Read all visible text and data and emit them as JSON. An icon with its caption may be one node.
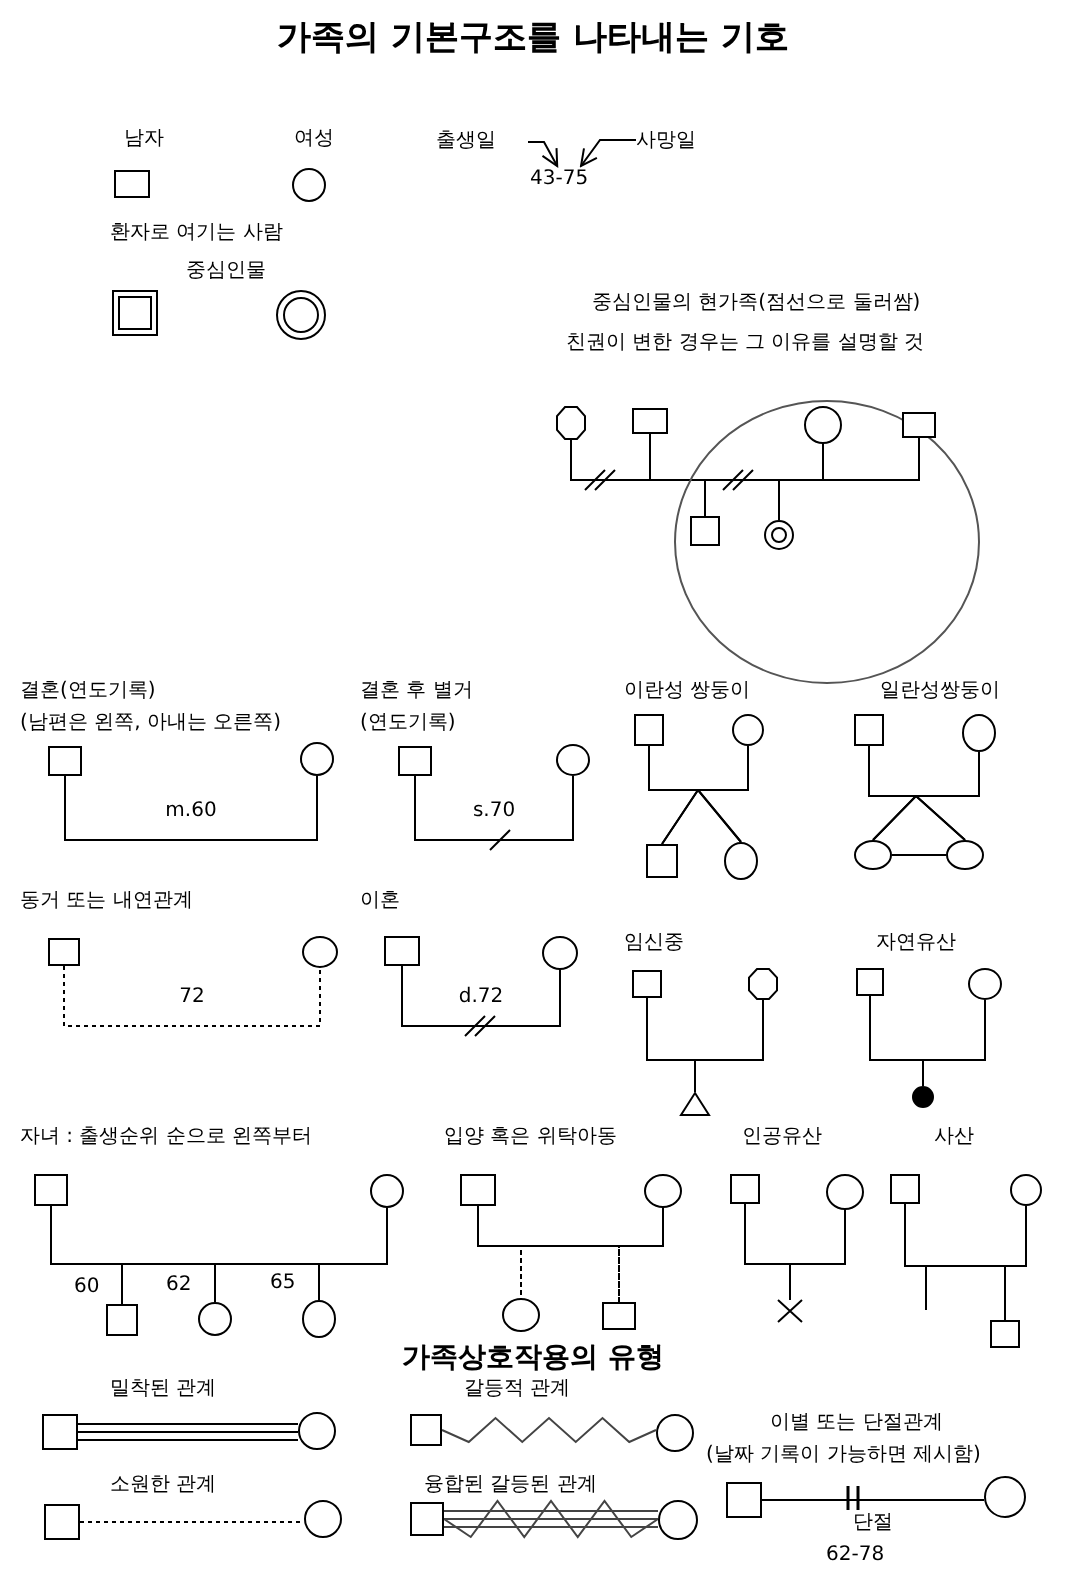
{
  "diagram": {
    "title": "가족의 기본구조를 나타내는 기호",
    "nodes": [
      {
        "text": [],
        "shape": "box"
      },
      {
        "text": [],
        "shape": "circle"
      },
      {
        "text": [
          "출생일"
        ]
      },
      {
        "text": [
          "사망일"
        ]
      },
      {
        "text": [
          "43-75"
        ]
      },
      {
        "text": [],
        "shape": "box"
      },
      {
        "text": [],
        "shape": "circle"
      },
      {
        "text": [],
        "shape": "ellipse"
      },
      {
        "text": [],
        "shape": "octagon"
      },
      {
        "text": [],
        "shape": "box"
      },
      {
        "text": [],
        "shape": "circle",
        "in": 7
      },
      {
        "text": [],
        "shape": "box",
        "in": 7
      },
      {
        "text": [],
        "shape": "box",
        "in": 7
      },
      {
        "text": [],
        "shape": "circle",
        "in": 7
      },
      {
        "text": [],
        "shape": "box"
      },
      {
        "text": [],
        "shape": "circle"
      },
      {
        "text": [],
        "shape": "box"
      },
      {
        "text": [],
        "shape": "circle"
      },
      {
        "text": [],
        "shape": "box"
      },
      {
        "text": [],
        "shape": "circle"
      },
      {
        "text": [],
        "shape": "box"
      },
      {
        "text": [],
        "shape": "circle"
      },
      {
        "text": [],
        "shape": "box"
      },
      {
        "text": [],
        "shape": "circle"
      },
      {
        "text": [],
        "shape": "circle"
      },
      {
        "text": [],
        "shape": "circle"
      },
      {
        "text": [],
        "shape": "box"
      },
      {
        "text": [],
        "shape": "circle"
      },
      {
        "text": [],
        "shape": "box"
      },
      {
        "text": [],
        "shape": "circle"
      },
      {
        "text": [],
        "shape": "box"
      },
      {
        "text": [],
        "shape": "octagon"
      },
      {
        "text": [],
        "shape": "triangle"
      },
      {
        "text": [],
        "shape": "box"
      },
      {
        "text": [],
        "shape": "circle"
      },
      {
        "text": [],
        "shape": "circle"
      },
      {
        "text": [],
        "shape": "box"
      },
      {
        "text": [],
        "shape": "circle"
      },
      {
        "text": [],
        "shape": "box",
        "beside": [
          "60"
        ]
      },
      {
        "text": [],
        "shape": "circle",
        "beside": [
          "62"
        ]
      },
      {
        "text": [],
        "shape": "circle",
        "beside": [
          "65"
        ]
      },
      {
        "text": [],
        "shape": "box"
      },
      {
        "text": [],
        "shape": "circle"
      },
      {
        "text": [],
        "shape": "circle"
      },
      {
        "text": [],
        "shape": "box"
      },
      {
        "text": [],
        "shape": "box"
      },
      {
        "text": [],
        "shape": "circle"
      },
      {
        "text": [],
        "shape": "cross"
      },
      {
        "text": [],
        "shape": "box"
      },
      {
        "text": [],
        "shape": "circle"
      },
      {
        "text": [],
        "shape": "box"
      },
      {
        "text": [],
        "shape": "box"
      },
      {
        "text": [],
        "shape": "circle"
      },
      {
        "text": [],
        "shape": "box"
      },
      {
        "text": [],
        "shape": "circle"
      },
      {
        "text": [],
        "shape": "box"
      },
      {
        "text": [],
        "shape": "circle"
      },
      {
        "text": [],
        "shape": "box"
      },
      {
        "text": [],
        "shape": "circle"
      },
      {
        "text": [],
        "shape": "box"
      },
      {
        "text": [],
        "shape": "circle"
      }
    ],
    "edges": [
      {
        "from": 2,
        "to": 4,
        "arrow": "to"
      },
      {
        "from": 3,
        "to": 4,
        "arrow": "to"
      },
      {
        "from": 8,
        "to": 9,
        "arrow": "none"
      },
      {
        "from": 9,
        "to": 10,
        "arrow": "none"
      },
      {
        "from": 10,
        "to": 11,
        "arrow": "none"
      },
      {
        "from": 9,
        "to": 12,
        "arrow": "none"
      },
      {
        "from": 10,
        "to": 13,
        "arrow": "none"
      },
      {
        "from": 14,
        "to": 15,
        "arrow": "none",
        "label": "m.60"
      },
      {
        "from": 16,
        "to": 17,
        "arrow": "none",
        "label": "s.70"
      },
      {
        "from": 18,
        "to": 19,
        "arrow": "none"
      },
      {
        "from": 18,
        "to": 20,
        "arrow": "none"
      },
      {
        "from": 19,
        "to": 20,
        "arrow": "none"
      },
      {
        "from": 18,
        "to": 21,
        "arrow": "none"
      },
      {
        "from": 19,
        "to": 21,
        "arrow": "none"
      },
      {
        "from": 22,
        "to": 23,
        "arrow": "none"
      },
      {
        "from": 22,
        "to": 24,
        "arrow": "none"
      },
      {
        "from": 23,
        "to": 24,
        "arrow": "none"
      },
      {
        "from": 22,
        "to": 25,
        "arrow": "none"
      },
      {
        "from": 23,
        "to": 25,
        "arrow": "none"
      },
      {
        "from": 24,
        "to": 25,
        "arrow": "none"
      },
      {
        "from": 26,
        "to": 27,
        "arrow": "none",
        "label": "72",
        "style": "dashed"
      },
      {
        "from": 28,
        "to": 29,
        "arrow": "none",
        "label": "d.72"
      },
      {
        "from": 30,
        "to": 31,
        "arrow": "none"
      },
      {
        "from": 30,
        "to": 32,
        "arrow": "none"
      },
      {
        "from": 31,
        "to": 32,
        "arrow": "none"
      },
      {
        "from": 33,
        "to": 34,
        "arrow": "none"
      },
      {
        "from": 33,
        "to": 35,
        "arrow": "none"
      },
      {
        "from": 34,
        "to": 35,
        "arrow": "none"
      },
      {
        "from": 36,
        "to": 37,
        "arrow": "none"
      },
      {
        "from": 36,
        "to": 38,
        "arrow": "none"
      },
      {
        "from": 37,
        "to": 38,
        "arrow": "none"
      },
      {
        "from": 36,
        "to": 39,
        "arrow": "none"
      },
      {
        "from": 37,
        "to": 39,
        "arrow": "none"
      },
      {
        "from": 36,
        "to": 40,
        "arrow": "none"
      },
      {
        "from": 37,
        "to": 40,
        "arrow": "none"
      },
      {
        "from": 41,
        "to": 42,
        "arrow": "none"
      },
      {
        "from": 41,
        "to": 43,
        "arrow": "none",
        "style": "dashed"
      },
      {
        "from": 42,
        "to": 43,
        "arrow": "none",
        "style": "dashed"
      },
      {
        "from": 41,
        "to": 44,
        "arrow": "none",
        "style": "dashed"
      },
      {
        "from": 42,
        "to": 44,
        "arrow": "none",
        "style": "dashed"
      },
      {
        "from": 45,
        "to": 46,
        "arrow": "none"
      },
      {
        "from": 45,
        "to": 47,
        "arrow": "none"
      },
      {
        "from": 46,
        "to": 47,
        "arrow": "none"
      },
      {
        "from": 48,
        "to": 49,
        "arrow": "none"
      },
      {
        "from": 48,
        "to": 50,
        "arrow": "none"
      },
      {
        "from": 49,
        "to": 50,
        "arrow": "none"
      },
      {
        "from": 48,
        "to": null,
        "arrow": "none"
      },
      {
        "from": 49,
        "to": null,
        "arrow": "none"
      },
      {
        "from": 51,
        "to": 52,
        "arrow": "none"
      },
      {
        "from": 53,
        "to": 54,
        "arrow": "none"
      },
      {
        "from": 55,
        "to": 56,
        "arrow": "none",
        "style": "dashed"
      },
      {
        "from": 57,
        "to": 58,
        "arrow": "none"
      },
      {
        "from": 59,
        "to": 60,
        "arrow": "none",
        "label": "단절"
      }
    ],
    "labels": [
      "남자",
      "여성",
      "환자로 여기는 사람",
      "중심인물",
      "중심인물의 현가족(점선으로 둘러쌈)",
      "친권이 변한 경우는 그 이유를 설명할 것",
      "결혼(연도기록)",
      "(남편은 왼쪽, 아내는 오른쪽)",
      "결혼 후 별거",
      "(연도기록)",
      "이란성 쌍둥이",
      "일란성쌍둥이",
      "동거 또는 내연관계",
      "이혼",
      "임신중",
      "자연유산",
      "자녀 : 출생순위 순으로 왼쪽부터",
      "입양 혹은 위탁아동",
      "인공유산",
      "사산",
      "가족상호작용의 유형",
      "밀착된 관계",
      "갈등적 관계",
      "이별 또는 단절관계",
      "(날짜 기록이 가능하면 제시함)",
      "소원한 관계",
      "융합된 갈등된 관계",
      "62-78"
    ]
  }
}
